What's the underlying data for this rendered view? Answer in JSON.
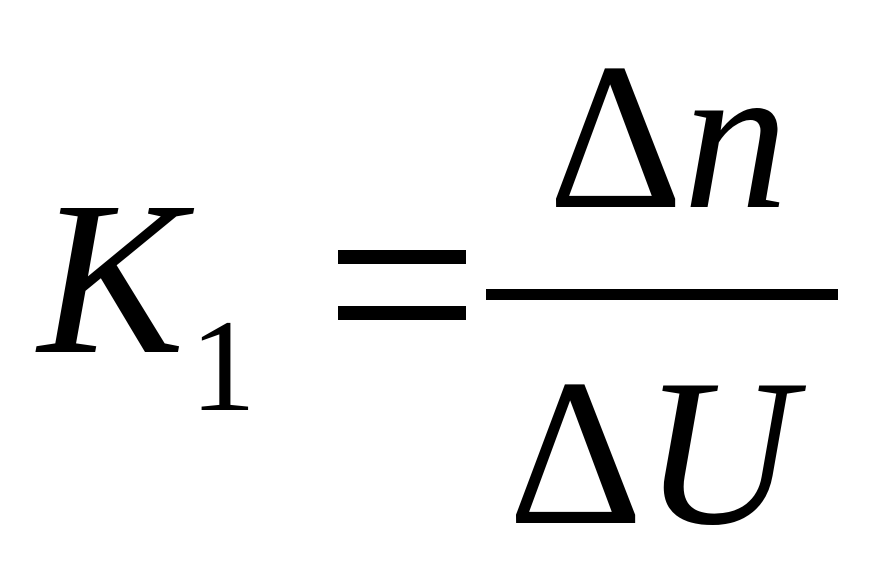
{
  "formula": {
    "lhs_symbol": "K",
    "lhs_subscript": "1",
    "relation": "=",
    "numerator": {
      "delta": "Δ",
      "variable": "n"
    },
    "denominator": {
      "delta": "Δ",
      "variable": "U"
    }
  }
}
